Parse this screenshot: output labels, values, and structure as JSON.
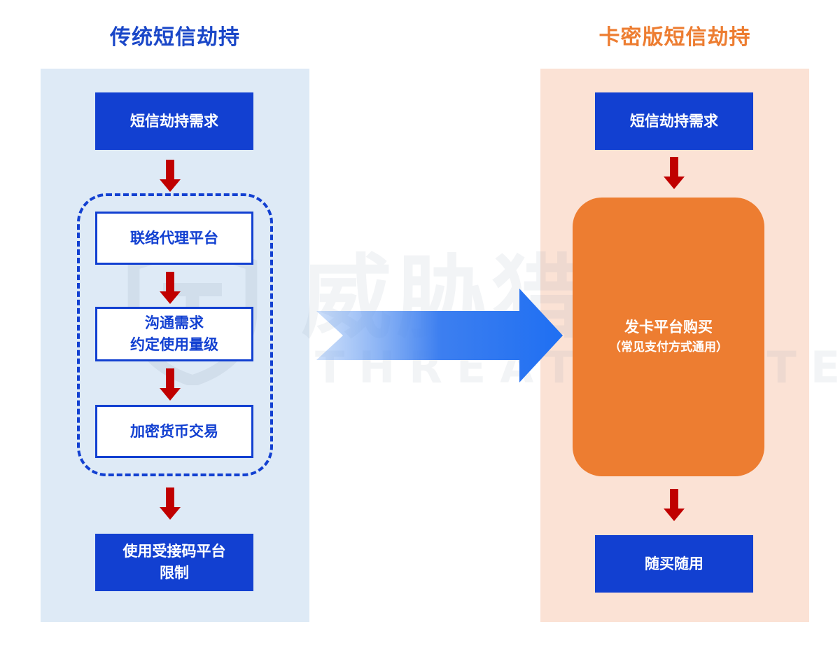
{
  "left": {
    "title": "传统短信劫持",
    "step1": "短信劫持需求",
    "inner_steps": [
      "联络代理平台",
      "沟通需求",
      "约定使用量级",
      "加密货币交易"
    ],
    "result_line1": "使用受接码平台",
    "result_line2": "限制"
  },
  "right": {
    "title": "卡密版短信劫持",
    "step1": "短信劫持需求",
    "middle_main": "发卡平台购买",
    "middle_sub": "（常见支付方式通用）",
    "result": "随买随用"
  },
  "watermark": {
    "chinese": "威胁猎人",
    "english": "THREAT HUNTER"
  },
  "colors": {
    "primary_blue": "#1240d1",
    "title_blue": "#1a47c8",
    "accent_orange": "#ed7d31",
    "arrow_red": "#c00000",
    "left_panel_bg": "#deeaf6",
    "right_panel_bg": "#fbe2d5"
  }
}
